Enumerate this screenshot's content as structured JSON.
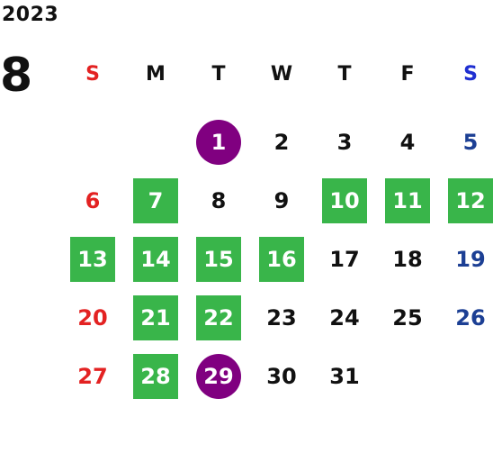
{
  "year": "2023",
  "month": "8",
  "weekdays": [
    {
      "label": "S",
      "kind": "sun"
    },
    {
      "label": "M",
      "kind": "wkd"
    },
    {
      "label": "T",
      "kind": "wkd"
    },
    {
      "label": "W",
      "kind": "wkd"
    },
    {
      "label": "T",
      "kind": "wkd"
    },
    {
      "label": "F",
      "kind": "wkd"
    },
    {
      "label": "S",
      "kind": "sat"
    }
  ],
  "colors": {
    "sunday": "#e32222",
    "saturday_header": "#1f2fd1",
    "saturday_day": "#1c3f94",
    "highlight_green": "#39b54a",
    "highlight_purple": "#800080",
    "text": "#111111"
  },
  "weeks": [
    [
      {
        "n": ""
      },
      {
        "n": ""
      },
      {
        "n": "1",
        "mark": "purple"
      },
      {
        "n": "2"
      },
      {
        "n": "3"
      },
      {
        "n": "4"
      },
      {
        "n": "5"
      }
    ],
    [
      {
        "n": "6"
      },
      {
        "n": "7",
        "mark": "green"
      },
      {
        "n": "8"
      },
      {
        "n": "9"
      },
      {
        "n": "10",
        "mark": "green"
      },
      {
        "n": "11",
        "mark": "green"
      },
      {
        "n": "12",
        "mark": "green"
      }
    ],
    [
      {
        "n": "13",
        "mark": "green"
      },
      {
        "n": "14",
        "mark": "green"
      },
      {
        "n": "15",
        "mark": "green"
      },
      {
        "n": "16",
        "mark": "green"
      },
      {
        "n": "17"
      },
      {
        "n": "18"
      },
      {
        "n": "19"
      }
    ],
    [
      {
        "n": "20"
      },
      {
        "n": "21",
        "mark": "green"
      },
      {
        "n": "22",
        "mark": "green"
      },
      {
        "n": "23"
      },
      {
        "n": "24"
      },
      {
        "n": "25"
      },
      {
        "n": "26"
      }
    ],
    [
      {
        "n": "27"
      },
      {
        "n": "28",
        "mark": "green"
      },
      {
        "n": "29",
        "mark": "purple"
      },
      {
        "n": "30"
      },
      {
        "n": "31"
      },
      {
        "n": ""
      },
      {
        "n": ""
      }
    ]
  ]
}
